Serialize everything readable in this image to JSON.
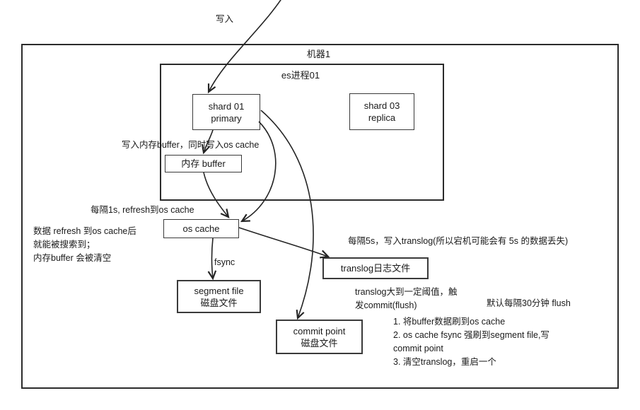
{
  "diagram": {
    "write_label": "写入",
    "machine_label": "机器1",
    "process_label": "es进程01",
    "shard01_label": "shard 01\nprimary",
    "shard03_label": "shard 03\nreplica",
    "write_buffer_note": "写入内存buffer，同时写入os cache",
    "memory_buffer_label": "内存 buffer",
    "refresh_note": "每隔1s, refresh到os cache",
    "os_cache_label": "os cache",
    "search_note": "数据 refresh 到os cache后\n就能被搜索到；\n内存buffer 会被清空",
    "fsync_label": "fsync",
    "segment_file_label": "segment file\n磁盘文件",
    "translog_interval_note": "每隔5s，写入translog(所以宕机可能会有 5s 的数据丢失)",
    "translog_file_label": "translog日志文件",
    "commit_trigger_note": "translog大到一定阈值，触\n发commit(flush)",
    "flush_default_note": "默认每隔30分钟 flush",
    "commit_point_label": "commit point\n磁盘文件",
    "commit_steps_note": "1. 将buffer数据刷到os cache\n2. os cache fsync 强刷到segment file,写\ncommit point\n3. 清空translog，重启一个"
  }
}
